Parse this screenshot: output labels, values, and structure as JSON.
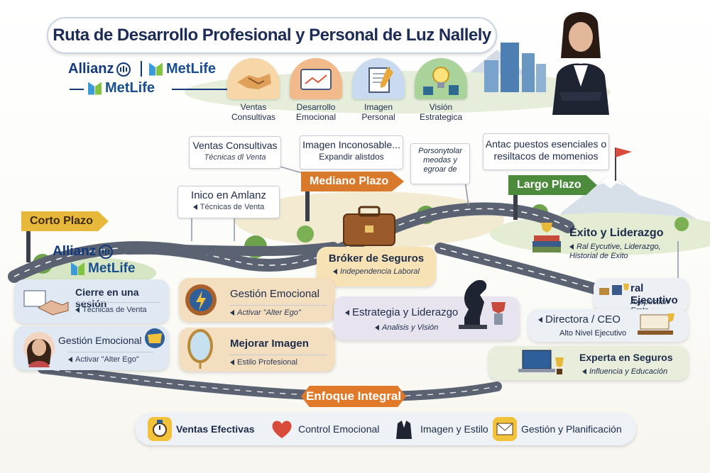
{
  "header": {
    "title": "Ruta de Desarrollo Profesional y Personal de Luz Nallely"
  },
  "logos": {
    "allianz": "Allianz",
    "metlife_top": "MetLife",
    "metlife_bottom": "MetLife",
    "road_allianz": "Allianz",
    "road_metlife": "MetLife"
  },
  "pillars": [
    {
      "label": "Ventas Consultivas",
      "icon": "handshake-icon"
    },
    {
      "label": "Desarrollo Emocional",
      "icon": "screen-icon"
    },
    {
      "label": "Imagen Personal",
      "icon": "notepad-icon"
    },
    {
      "label": "Visión Estrategica",
      "icon": "lightbulb-icon"
    }
  ],
  "stages": {
    "short": "Corto Plazo",
    "medium": "Mediano Plazo",
    "long": "Largo Plazo"
  },
  "callouts": {
    "ventas": {
      "title": "Ventas Consultivas",
      "sub": "Técnicas dl Venta"
    },
    "imagen": {
      "title": "Imagen Inconosable...",
      "sub": "Expandir alistdos"
    },
    "inicio": {
      "title": "Inico en Amlanz",
      "sub": "Técnicas de Venta"
    },
    "persona": {
      "line1": "Porsonytolar",
      "line2": "meodas y",
      "line3": "egroar de"
    },
    "antac": {
      "line1": "Antac puestos esenciales o",
      "line2": "resiltacos de momenios"
    }
  },
  "cards": {
    "broker": {
      "title": "Bróker de Seguros",
      "sub": "Independencia Laboral"
    },
    "cierre": {
      "title": "Cierre en una sesión",
      "sub": "Técnicas de Venta"
    },
    "gestion_left": {
      "title": "Gestión Emocional",
      "sub": "Activar \"Alter Ego\""
    },
    "gestion_mid": {
      "title": "Gestión Emocional",
      "sub": "Activar \"Alter Ego\""
    },
    "mejorar": {
      "title": "Mejorar Imagen",
      "sub": "Estilo Profesional"
    },
    "estrategia": {
      "title": "Estrategia y Liderazgo",
      "sub": "Analisis y Visión"
    },
    "exito": {
      "title": "Éxito y Liderazgo",
      "sub": "Ral Eycutive, Liderazgo, Historial de Exito"
    },
    "ejecutivo": {
      "title": "ral Ejecutivo",
      "sub": "Axepuctian Emte"
    },
    "directora": {
      "title": "Directora / CEO",
      "sub": "Alto Nivel Ejecutivo"
    },
    "experta": {
      "title": "Experta en Seguros",
      "sub": "Influencia y Educación"
    }
  },
  "banner": "Enfoque Integral",
  "bottom": [
    {
      "label": "Ventas Efectivas",
      "icon": "watch-icon"
    },
    {
      "label": "Control Emocional",
      "icon": "heart-icon"
    },
    {
      "label": "Imagen y Estilo",
      "icon": "blazer-icon"
    },
    {
      "label": "Gestión y Planificación",
      "icon": "envelope-icon"
    }
  ],
  "colors": {
    "navy": "#1c2c56",
    "stage_short": "#e8b83a",
    "stage_medium": "#d9792b",
    "stage_long": "#4d8b3c",
    "road": "#5b6373",
    "banner": "#e07a2a"
  }
}
